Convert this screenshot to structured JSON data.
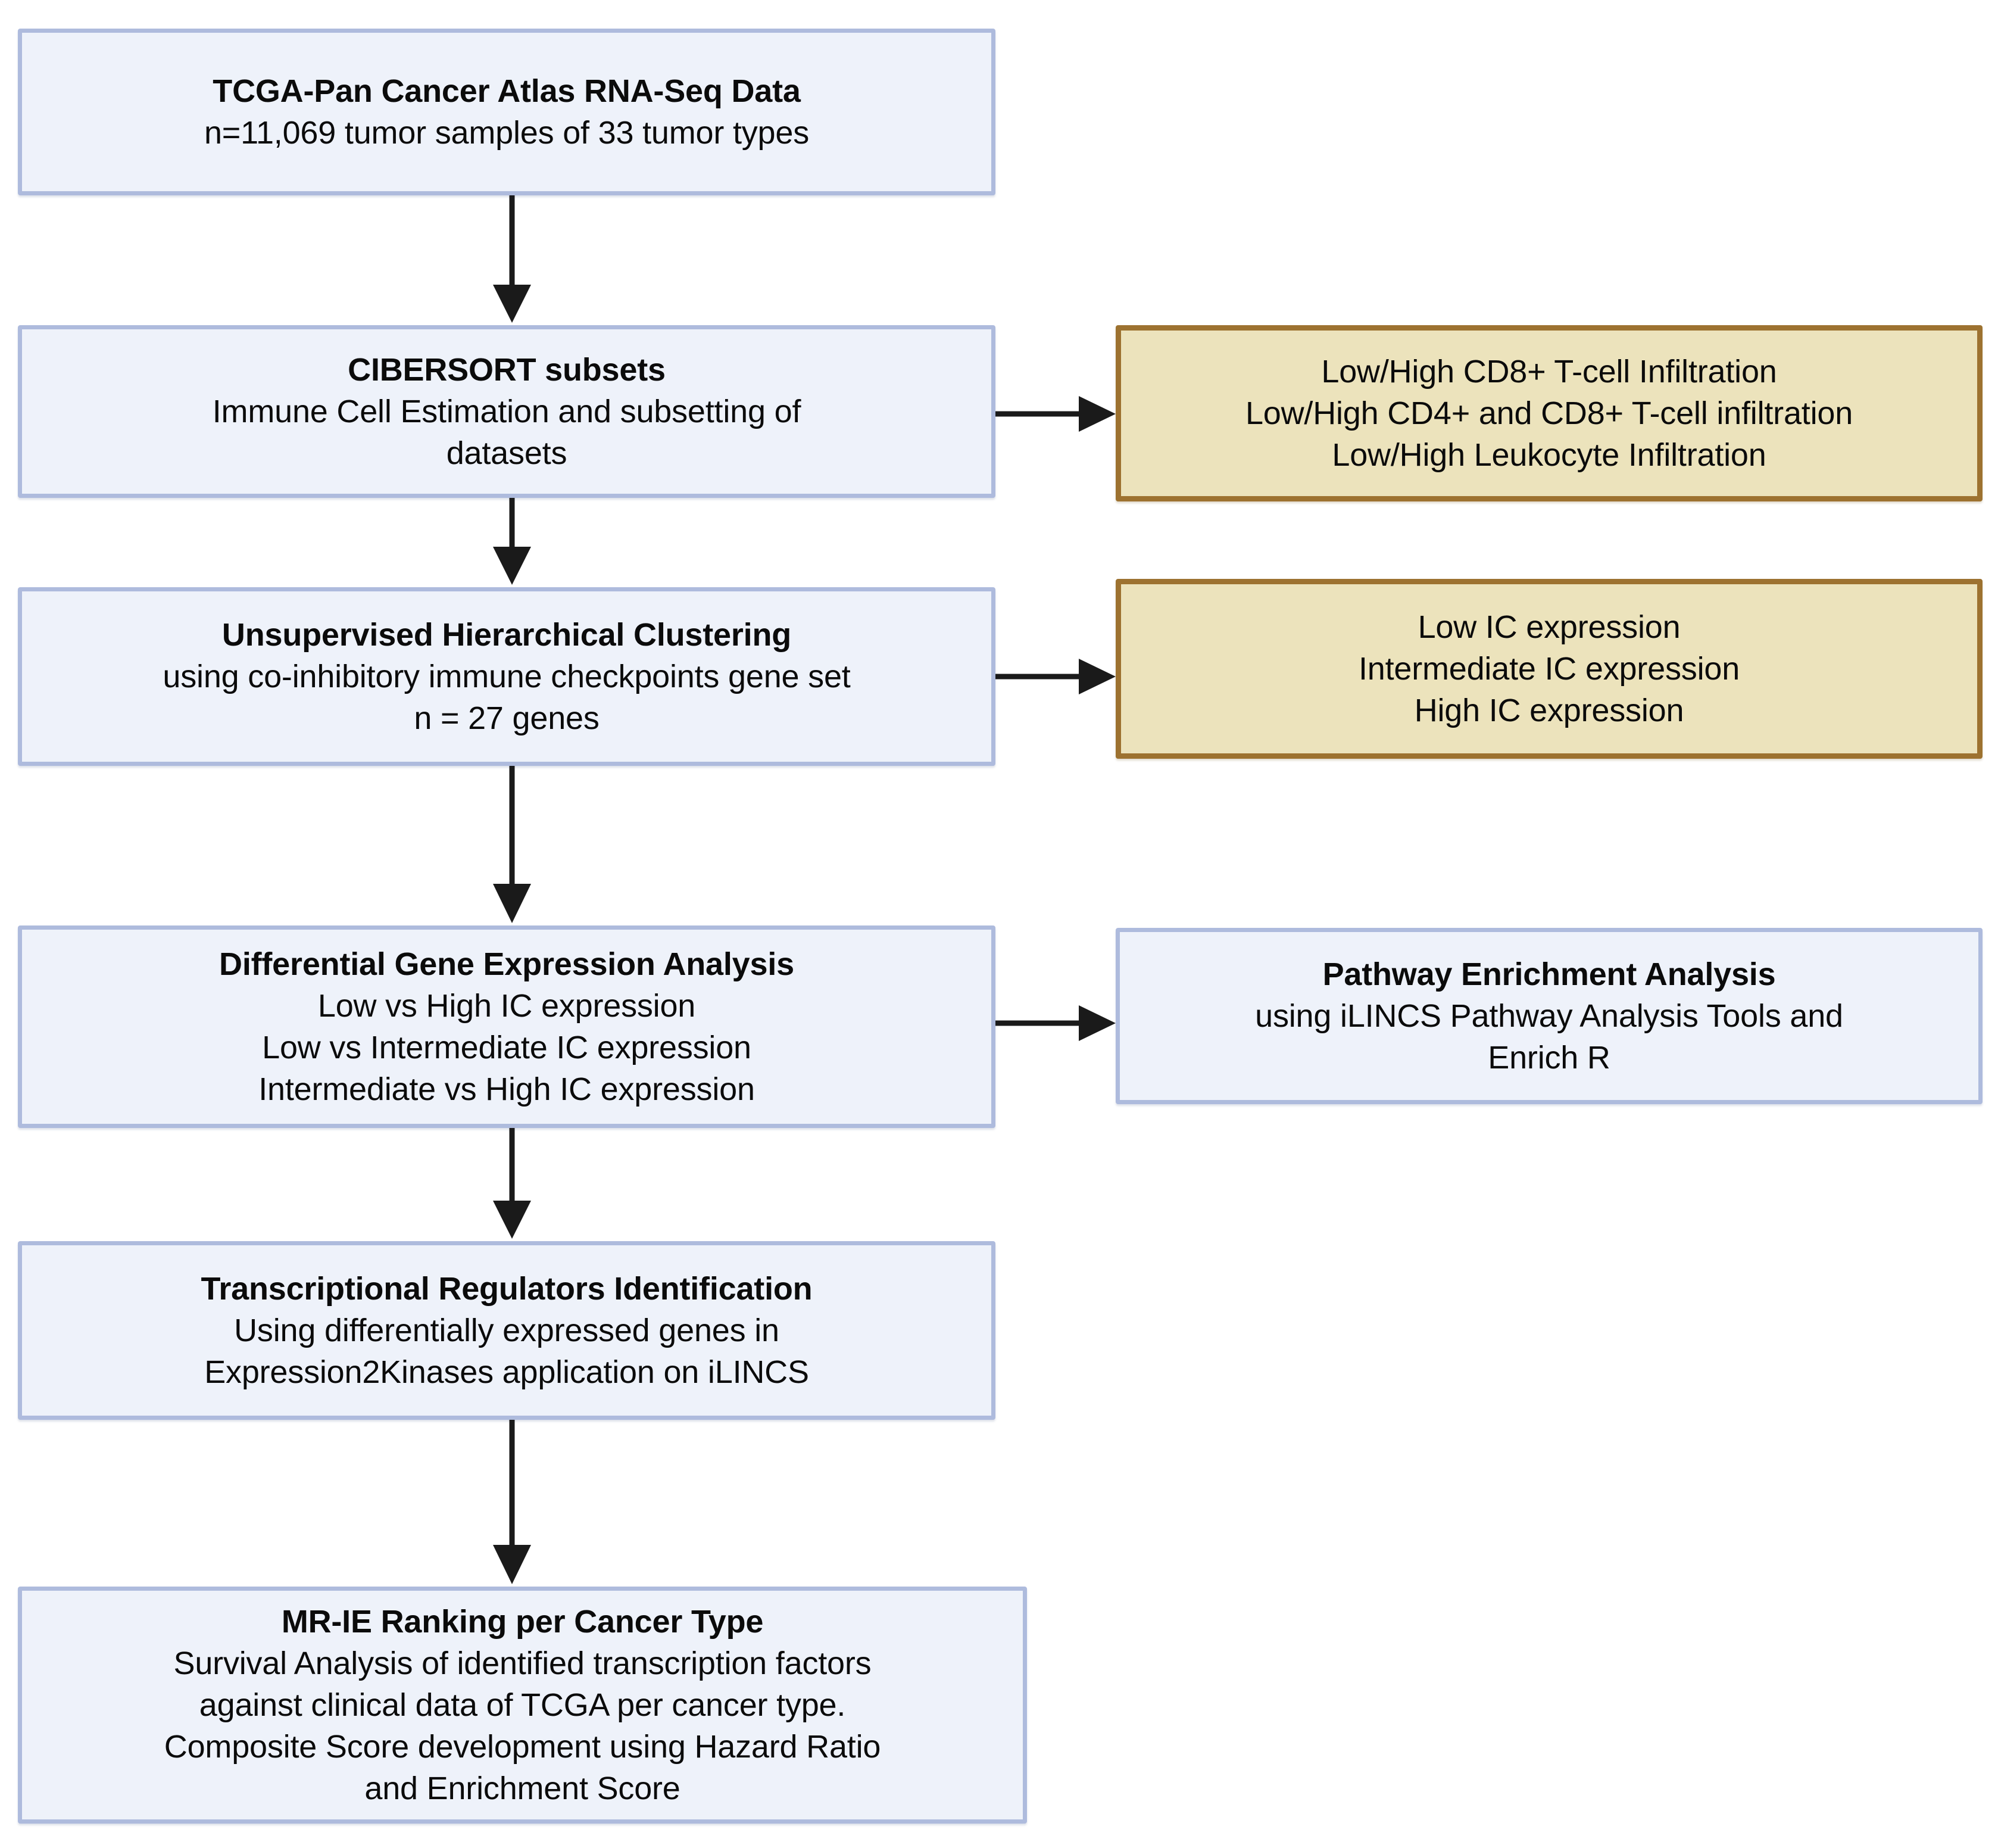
{
  "diagram": {
    "title": "Study workflow flowchart",
    "colors": {
      "blue_fill": "#eef2fa",
      "blue_border": "#aebbdd",
      "tan_fill": "#ece3bc",
      "tan_border": "#9d7230",
      "arrow": "#1a1a1a",
      "text": "#0b0b0b"
    },
    "nodes": {
      "data_source": {
        "kind": "blue",
        "heading": "TCGA-Pan Cancer Atlas RNA-Seq Data",
        "lines": [
          "n=11,069 tumor samples of 33 tumor types"
        ]
      },
      "cibersort": {
        "kind": "blue",
        "heading": "CIBERSORT subsets",
        "lines": [
          "Immune Cell Estimation and subsetting of",
          "datasets"
        ]
      },
      "infiltration_groups": {
        "kind": "tan",
        "heading": "",
        "lines": [
          "Low/High CD8+ T-cell Infiltration",
          "Low/High CD4+ and CD8+ T-cell infiltration",
          "Low/High Leukocyte Infiltration"
        ]
      },
      "clustering": {
        "kind": "blue",
        "heading": "Unsupervised Hierarchical Clustering",
        "lines": [
          "using co-inhibitory immune checkpoints gene set",
          "n = 27 genes"
        ]
      },
      "ic_expression_groups": {
        "kind": "tan",
        "heading": "",
        "lines": [
          "Low IC expression",
          "Intermediate IC expression",
          "High IC expression"
        ]
      },
      "dge": {
        "kind": "blue",
        "heading": "Differential Gene Expression Analysis",
        "lines": [
          "Low vs High IC expression",
          "Low vs Intermediate IC expression",
          "Intermediate vs High IC expression"
        ]
      },
      "pathway": {
        "kind": "blue",
        "heading": "Pathway Enrichment Analysis",
        "lines": [
          "using iLINCS Pathway Analysis Tools and",
          "Enrich R"
        ]
      },
      "regulators": {
        "kind": "blue",
        "heading": "Transcriptional Regulators Identification",
        "lines": [
          "Using differentially expressed genes in",
          "Expression2Kinases application on iLINCS"
        ]
      },
      "ranking": {
        "kind": "blue",
        "heading": "MR-IE Ranking per Cancer Type",
        "lines": [
          "Survival Analysis of identified transcription factors",
          "against clinical data of TCGA per cancer type.",
          "Composite Score development using Hazard Ratio",
          "and Enrichment Score"
        ]
      }
    },
    "arrows": [
      {
        "name": "arrow-data-to-cibersort",
        "direction": "down"
      },
      {
        "name": "arrow-cibersort-to-infiltration",
        "direction": "right"
      },
      {
        "name": "arrow-cibersort-to-clustering",
        "direction": "down"
      },
      {
        "name": "arrow-clustering-to-ic-groups",
        "direction": "right"
      },
      {
        "name": "arrow-clustering-to-dge",
        "direction": "down"
      },
      {
        "name": "arrow-dge-to-pathway",
        "direction": "right"
      },
      {
        "name": "arrow-dge-to-regulators",
        "direction": "down"
      },
      {
        "name": "arrow-regulators-to-ranking",
        "direction": "down"
      }
    ]
  }
}
